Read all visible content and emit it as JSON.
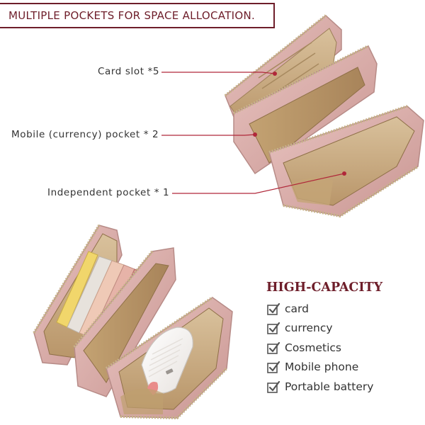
{
  "banner": {
    "title": "MULTIPLE  POCKETS  FOR SPACE ALLOCATION."
  },
  "callouts": [
    {
      "label": "Card slot *5"
    },
    {
      "label": "Mobile (currency) pocket * 2"
    },
    {
      "label": "Independent pocket * 1"
    }
  ],
  "capacity": {
    "title": "HIGH-CAPACITY",
    "items": [
      {
        "label": "card",
        "icon": "checkbox-checked-icon"
      },
      {
        "label": "currency",
        "icon": "checkbox-checked-icon"
      },
      {
        "label": "Cosmetics",
        "icon": "checkbox-checked-icon"
      },
      {
        "label": "Mobile phone",
        "icon": "checkbox-checked-icon"
      },
      {
        "label": "Portable battery",
        "icon": "checkbox-checked-icon"
      }
    ]
  },
  "colors": {
    "accent": "#6e1e2a",
    "leader_line": "#b0283a",
    "wallet_pink": "#d9a9a6",
    "lining_tan": "#c8ab80"
  }
}
